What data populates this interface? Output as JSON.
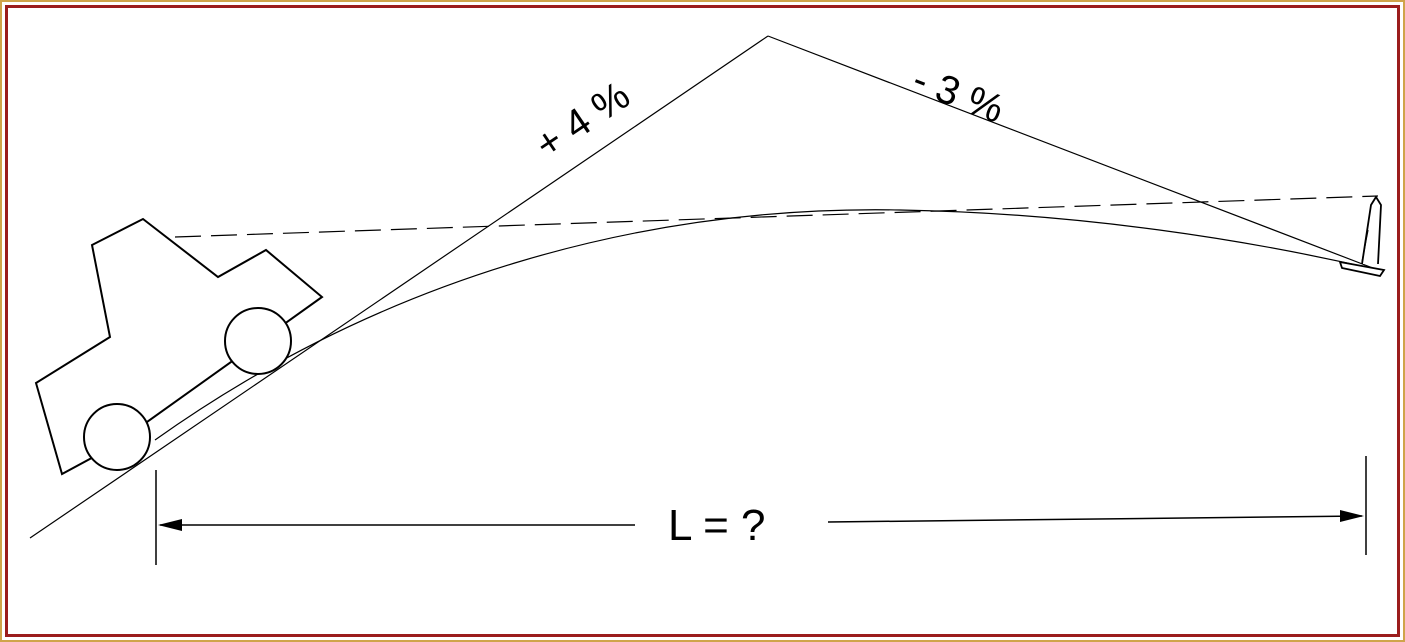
{
  "diagram": {
    "grade_up_label": "+ 4 %",
    "grade_down_label": "- 3 %",
    "length_label": "L = ?"
  },
  "colors": {
    "outer_border": "#cfa44a",
    "inner_border": "#9b1d1d",
    "line": "#000000",
    "background": "#ffffff"
  }
}
